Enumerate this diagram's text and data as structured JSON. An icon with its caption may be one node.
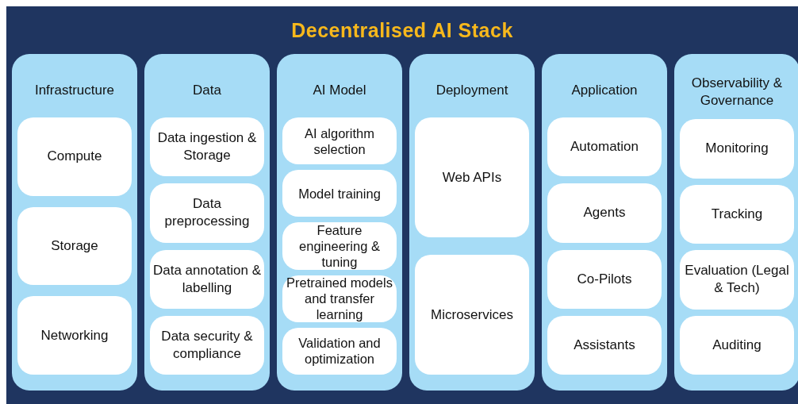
{
  "diagram": {
    "title": "Decentralised AI Stack",
    "nodes": [
      {
        "text": [
          "Infrastructure"
        ]
      },
      {
        "text": [
          "Compute"
        ],
        "in": 0
      },
      {
        "text": [
          "Storage"
        ],
        "in": 0
      },
      {
        "text": [
          "Networking"
        ],
        "in": 0
      },
      {
        "text": [
          "Data"
        ]
      },
      {
        "text": [
          "Data ingestion & Storage"
        ],
        "in": 4
      },
      {
        "text": [
          "Data preprocessing"
        ],
        "in": 4
      },
      {
        "text": [
          "Data annotation & labelling"
        ],
        "in": 4
      },
      {
        "text": [
          "Data security & compliance"
        ],
        "in": 4
      },
      {
        "text": [
          "AI Model"
        ]
      },
      {
        "text": [
          "AI algorithm selection"
        ],
        "in": 9
      },
      {
        "text": [
          "Model training"
        ],
        "in": 9
      },
      {
        "text": [
          "Feature engineering & tuning"
        ],
        "in": 9
      },
      {
        "text": [
          "Pretrained models and transfer learning"
        ],
        "in": 9
      },
      {
        "text": [
          "Validation and optimization"
        ],
        "in": 9
      },
      {
        "text": [
          "Deployment"
        ]
      },
      {
        "text": [
          "Web APIs"
        ],
        "in": 15
      },
      {
        "text": [
          "Microservices"
        ],
        "in": 15
      },
      {
        "text": [
          "Application"
        ]
      },
      {
        "text": [
          "Automation"
        ],
        "in": 18
      },
      {
        "text": [
          "Agents"
        ],
        "in": 18
      },
      {
        "text": [
          "Co-Pilots"
        ],
        "in": 18
      },
      {
        "text": [
          "Assistants"
        ],
        "in": 18
      },
      {
        "text": [
          "Observability & Governance"
        ]
      },
      {
        "text": [
          "Monitoring"
        ],
        "in": 23
      },
      {
        "text": [
          "Tracking"
        ],
        "in": 23
      },
      {
        "text": [
          "Evaluation (Legal & Tech)"
        ],
        "in": 23
      },
      {
        "text": [
          "Auditing"
        ],
        "in": 23
      }
    ]
  }
}
